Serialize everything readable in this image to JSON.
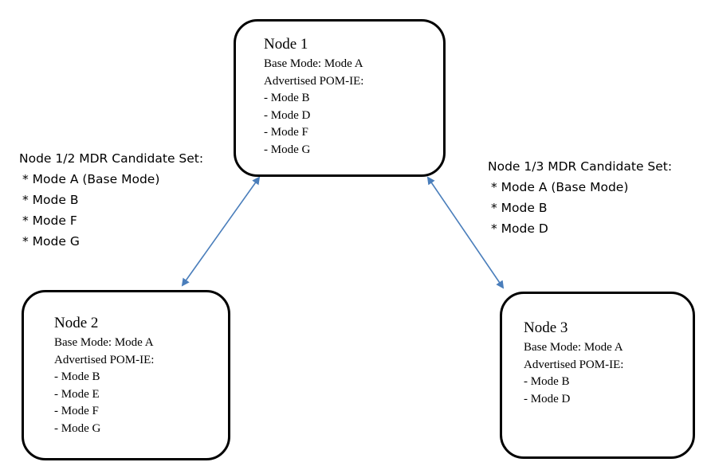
{
  "nodes": {
    "node1": {
      "title": "Node 1",
      "base_mode": "Base Mode: Mode A",
      "advertised_label": "Advertised POM-IE:",
      "modes": [
        "- Mode B",
        "- Mode D",
        "- Mode F",
        "- Mode G"
      ]
    },
    "node2": {
      "title": "Node 2",
      "base_mode": "Base Mode: Mode A",
      "advertised_label": "Advertised POM-IE:",
      "modes": [
        "- Mode B",
        "- Mode E",
        "- Mode F",
        "- Mode G"
      ]
    },
    "node3": {
      "title": "Node 3",
      "base_mode": "Base Mode: Mode A",
      "advertised_label": "Advertised POM-IE:",
      "modes": [
        "- Mode B",
        "- Mode D"
      ]
    }
  },
  "candidate_sets": {
    "pair_1_2": {
      "title": "Node 1/2 MDR Candidate Set:",
      "items": [
        "* Mode A (Base Mode)",
        "* Mode B",
        "* Mode F",
        "* Mode G"
      ]
    },
    "pair_1_3": {
      "title": "Node 1/3 MDR Candidate Set:",
      "items": [
        "* Mode A (Base Mode)",
        "* Mode B",
        "* Mode D"
      ]
    }
  },
  "colors": {
    "connector": "#4a7ebb",
    "node_border": "#000000",
    "text": "#000000"
  },
  "edges": [
    {
      "from": "node1",
      "to": "node2",
      "bidirectional": true
    },
    {
      "from": "node1",
      "to": "node3",
      "bidirectional": true
    }
  ]
}
